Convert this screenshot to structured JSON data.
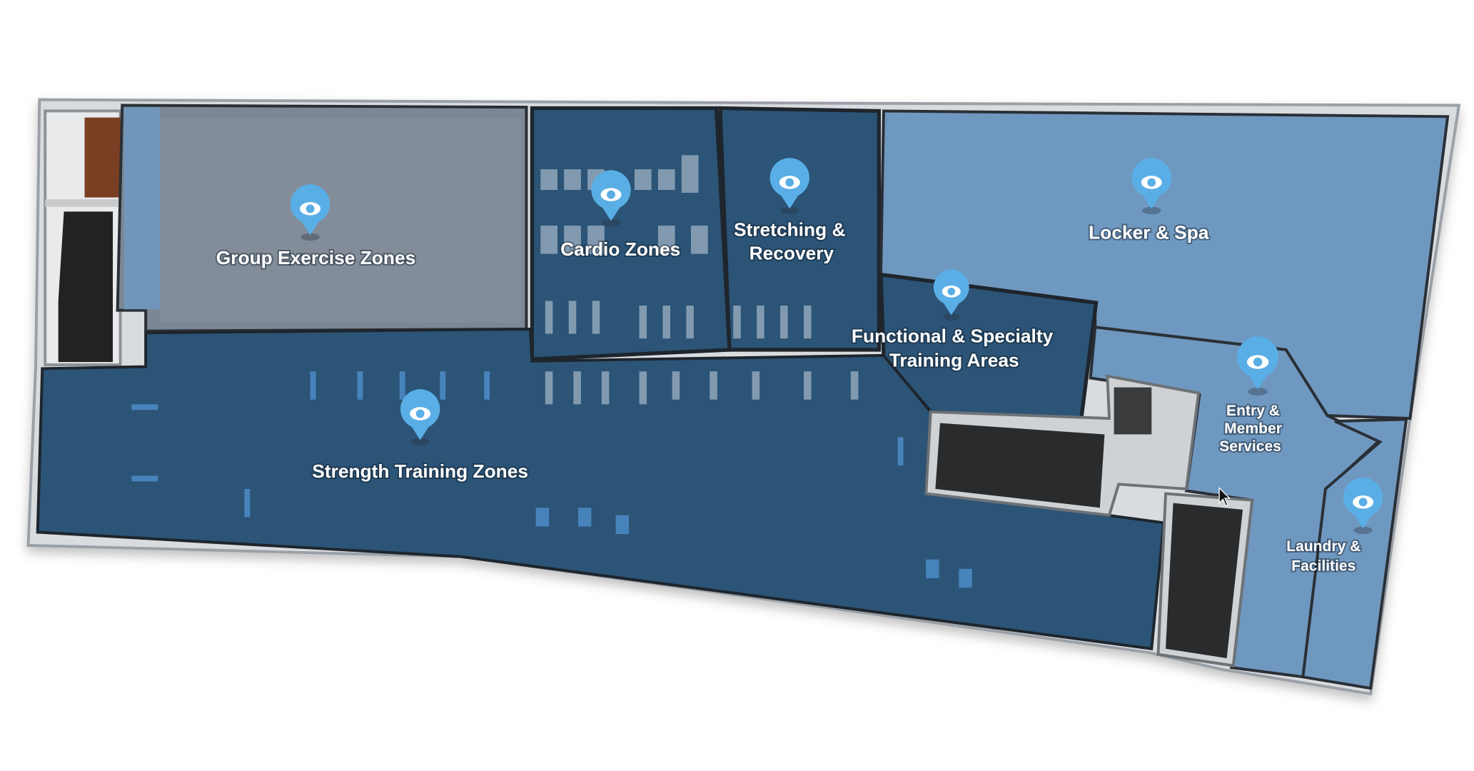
{
  "zones": [
    {
      "id": "group-exercise",
      "lines": [
        "Group Exercise Zones"
      ]
    },
    {
      "id": "cardio",
      "lines": [
        "Cardio Zones"
      ]
    },
    {
      "id": "stretching",
      "lines": [
        "Stretching &",
        "Recovery"
      ]
    },
    {
      "id": "locker",
      "lines": [
        "Locker & Spa"
      ]
    },
    {
      "id": "functional",
      "lines": [
        "Functional & Specialty",
        "Training Areas"
      ]
    },
    {
      "id": "strength",
      "lines": [
        "Strength Training Zones"
      ]
    },
    {
      "id": "entry",
      "lines": [
        "Entry &",
        "Member",
        "Services"
      ]
    },
    {
      "id": "laundry",
      "lines": [
        "Laundry &",
        "Facilities"
      ]
    }
  ],
  "pin_icon": "eye-icon",
  "colors": {
    "pin": "#5aaee6",
    "dark_zone": "#2b5477",
    "light_zone": "#6f98c0",
    "group_zone": "#7b8794",
    "wall": "#2a2f36"
  }
}
